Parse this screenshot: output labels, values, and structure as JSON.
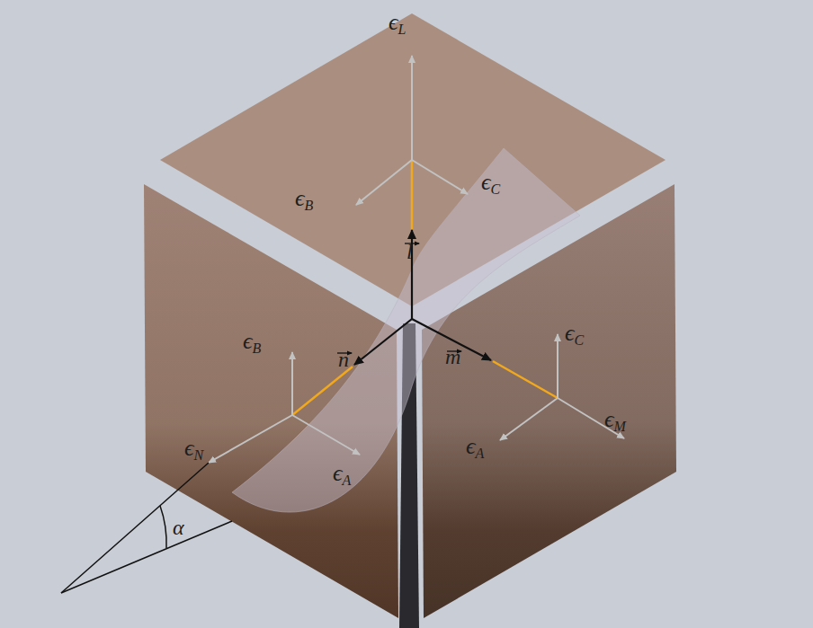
{
  "diagram": {
    "labels": [
      "ϵL",
      "ϵB",
      "ϵC",
      "l",
      "ϵB",
      "n",
      "m",
      "ϵC",
      "ϵN",
      "ϵA",
      "ϵA",
      "ϵM",
      "α"
    ]
  }
}
